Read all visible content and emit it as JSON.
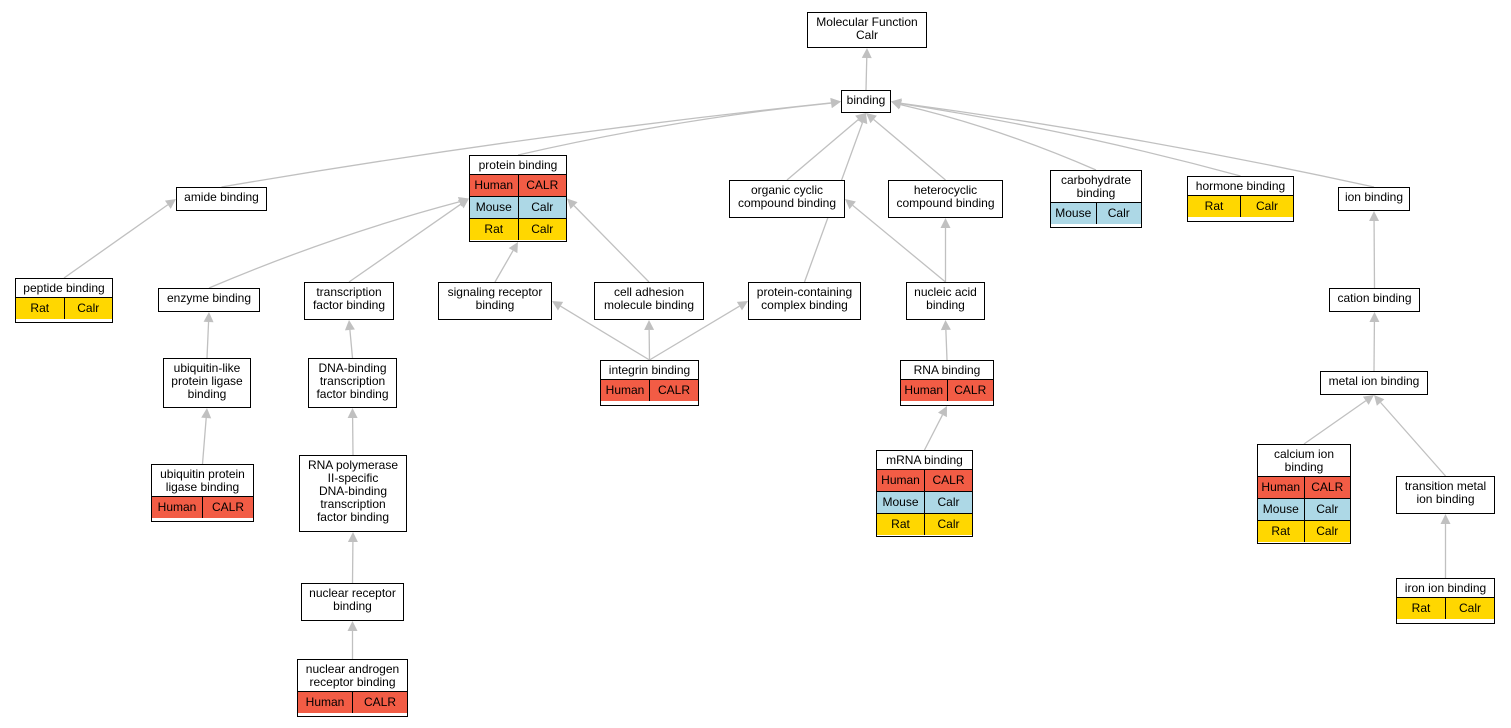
{
  "colors": {
    "human": "#f25c45",
    "mouse": "#add8e6",
    "rat": "#ffd700",
    "edge": "#c0c0c0"
  },
  "nodes": {
    "root": {
      "label": "Molecular Function\nCalr"
    },
    "binding": {
      "label": "binding"
    },
    "amide": {
      "label": "amide binding"
    },
    "protein": {
      "label": "protein binding",
      "rows": [
        [
          "Human",
          "CALR"
        ],
        [
          "Mouse",
          "Calr"
        ],
        [
          "Rat",
          "Calr"
        ]
      ]
    },
    "orgcyc": {
      "label": "organic cyclic\ncompound binding"
    },
    "hetero": {
      "label": "heterocyclic\ncompound binding"
    },
    "carbo": {
      "label": "carbohydrate\nbinding",
      "rows": [
        [
          "Mouse",
          "Calr"
        ]
      ]
    },
    "hormone": {
      "label": "hormone binding",
      "rows": [
        [
          "Rat",
          "Calr"
        ]
      ]
    },
    "ion": {
      "label": "ion binding"
    },
    "peptide": {
      "label": "peptide binding",
      "rows": [
        [
          "Rat",
          "Calr"
        ]
      ]
    },
    "enzyme": {
      "label": "enzyme binding"
    },
    "tfb": {
      "label": "transcription\nfactor binding"
    },
    "sigrec": {
      "label": "signaling receptor\nbinding"
    },
    "celladh": {
      "label": "cell adhesion\nmolecule binding"
    },
    "pcc": {
      "label": "protein-containing\ncomplex binding"
    },
    "nucacid": {
      "label": "nucleic acid\nbinding"
    },
    "cation": {
      "label": "cation binding"
    },
    "ubl": {
      "label": "ubiquitin-like\nprotein ligase\nbinding"
    },
    "dnatf": {
      "label": "DNA-binding\ntranscription\nfactor binding"
    },
    "integrin": {
      "label": "integrin binding",
      "rows": [
        [
          "Human",
          "CALR"
        ]
      ]
    },
    "rna": {
      "label": "RNA binding",
      "rows": [
        [
          "Human",
          "CALR"
        ]
      ]
    },
    "metal": {
      "label": "metal ion binding"
    },
    "ubiq": {
      "label": "ubiquitin protein\nligase binding",
      "rows": [
        [
          "Human",
          "CALR"
        ]
      ]
    },
    "rnapol": {
      "label": "RNA polymerase\nII-specific\nDNA-binding\ntranscription\nfactor binding"
    },
    "mrna": {
      "label": "mRNA binding",
      "rows": [
        [
          "Human",
          "CALR"
        ],
        [
          "Mouse",
          "Calr"
        ],
        [
          "Rat",
          "Calr"
        ]
      ]
    },
    "calcium": {
      "label": "calcium ion\nbinding",
      "rows": [
        [
          "Human",
          "CALR"
        ],
        [
          "Mouse",
          "Calr"
        ],
        [
          "Rat",
          "Calr"
        ]
      ]
    },
    "transmetal": {
      "label": "transition metal\nion binding"
    },
    "nucrec": {
      "label": "nuclear receptor\nbinding"
    },
    "iron": {
      "label": "iron ion binding",
      "rows": [
        [
          "Rat",
          "Calr"
        ]
      ]
    },
    "nucandro": {
      "label": "nuclear androgen\nreceptor binding",
      "rows": [
        [
          "Human",
          "CALR"
        ]
      ]
    }
  },
  "edges": [
    [
      "binding",
      "root"
    ],
    [
      "amide",
      "binding"
    ],
    [
      "protein",
      "binding"
    ],
    [
      "orgcyc",
      "binding"
    ],
    [
      "hetero",
      "binding"
    ],
    [
      "carbo",
      "binding"
    ],
    [
      "hormone",
      "binding"
    ],
    [
      "ion",
      "binding"
    ],
    [
      "pcc",
      "binding"
    ],
    [
      "peptide",
      "amide"
    ],
    [
      "enzyme",
      "protein"
    ],
    [
      "tfb",
      "protein"
    ],
    [
      "sigrec",
      "protein"
    ],
    [
      "celladh",
      "protein"
    ],
    [
      "nucacid",
      "orgcyc"
    ],
    [
      "nucacid",
      "hetero"
    ],
    [
      "cation",
      "ion"
    ],
    [
      "ubl",
      "enzyme"
    ],
    [
      "dnatf",
      "tfb"
    ],
    [
      "integrin",
      "sigrec"
    ],
    [
      "integrin",
      "celladh"
    ],
    [
      "integrin",
      "pcc"
    ],
    [
      "rna",
      "nucacid"
    ],
    [
      "metal",
      "cation"
    ],
    [
      "ubiq",
      "ubl"
    ],
    [
      "rnapol",
      "dnatf"
    ],
    [
      "mrna",
      "rna"
    ],
    [
      "calcium",
      "metal"
    ],
    [
      "transmetal",
      "metal"
    ],
    [
      "nucrec",
      "rnapol"
    ],
    [
      "iron",
      "transmetal"
    ],
    [
      "nucandro",
      "nucrec"
    ]
  ]
}
